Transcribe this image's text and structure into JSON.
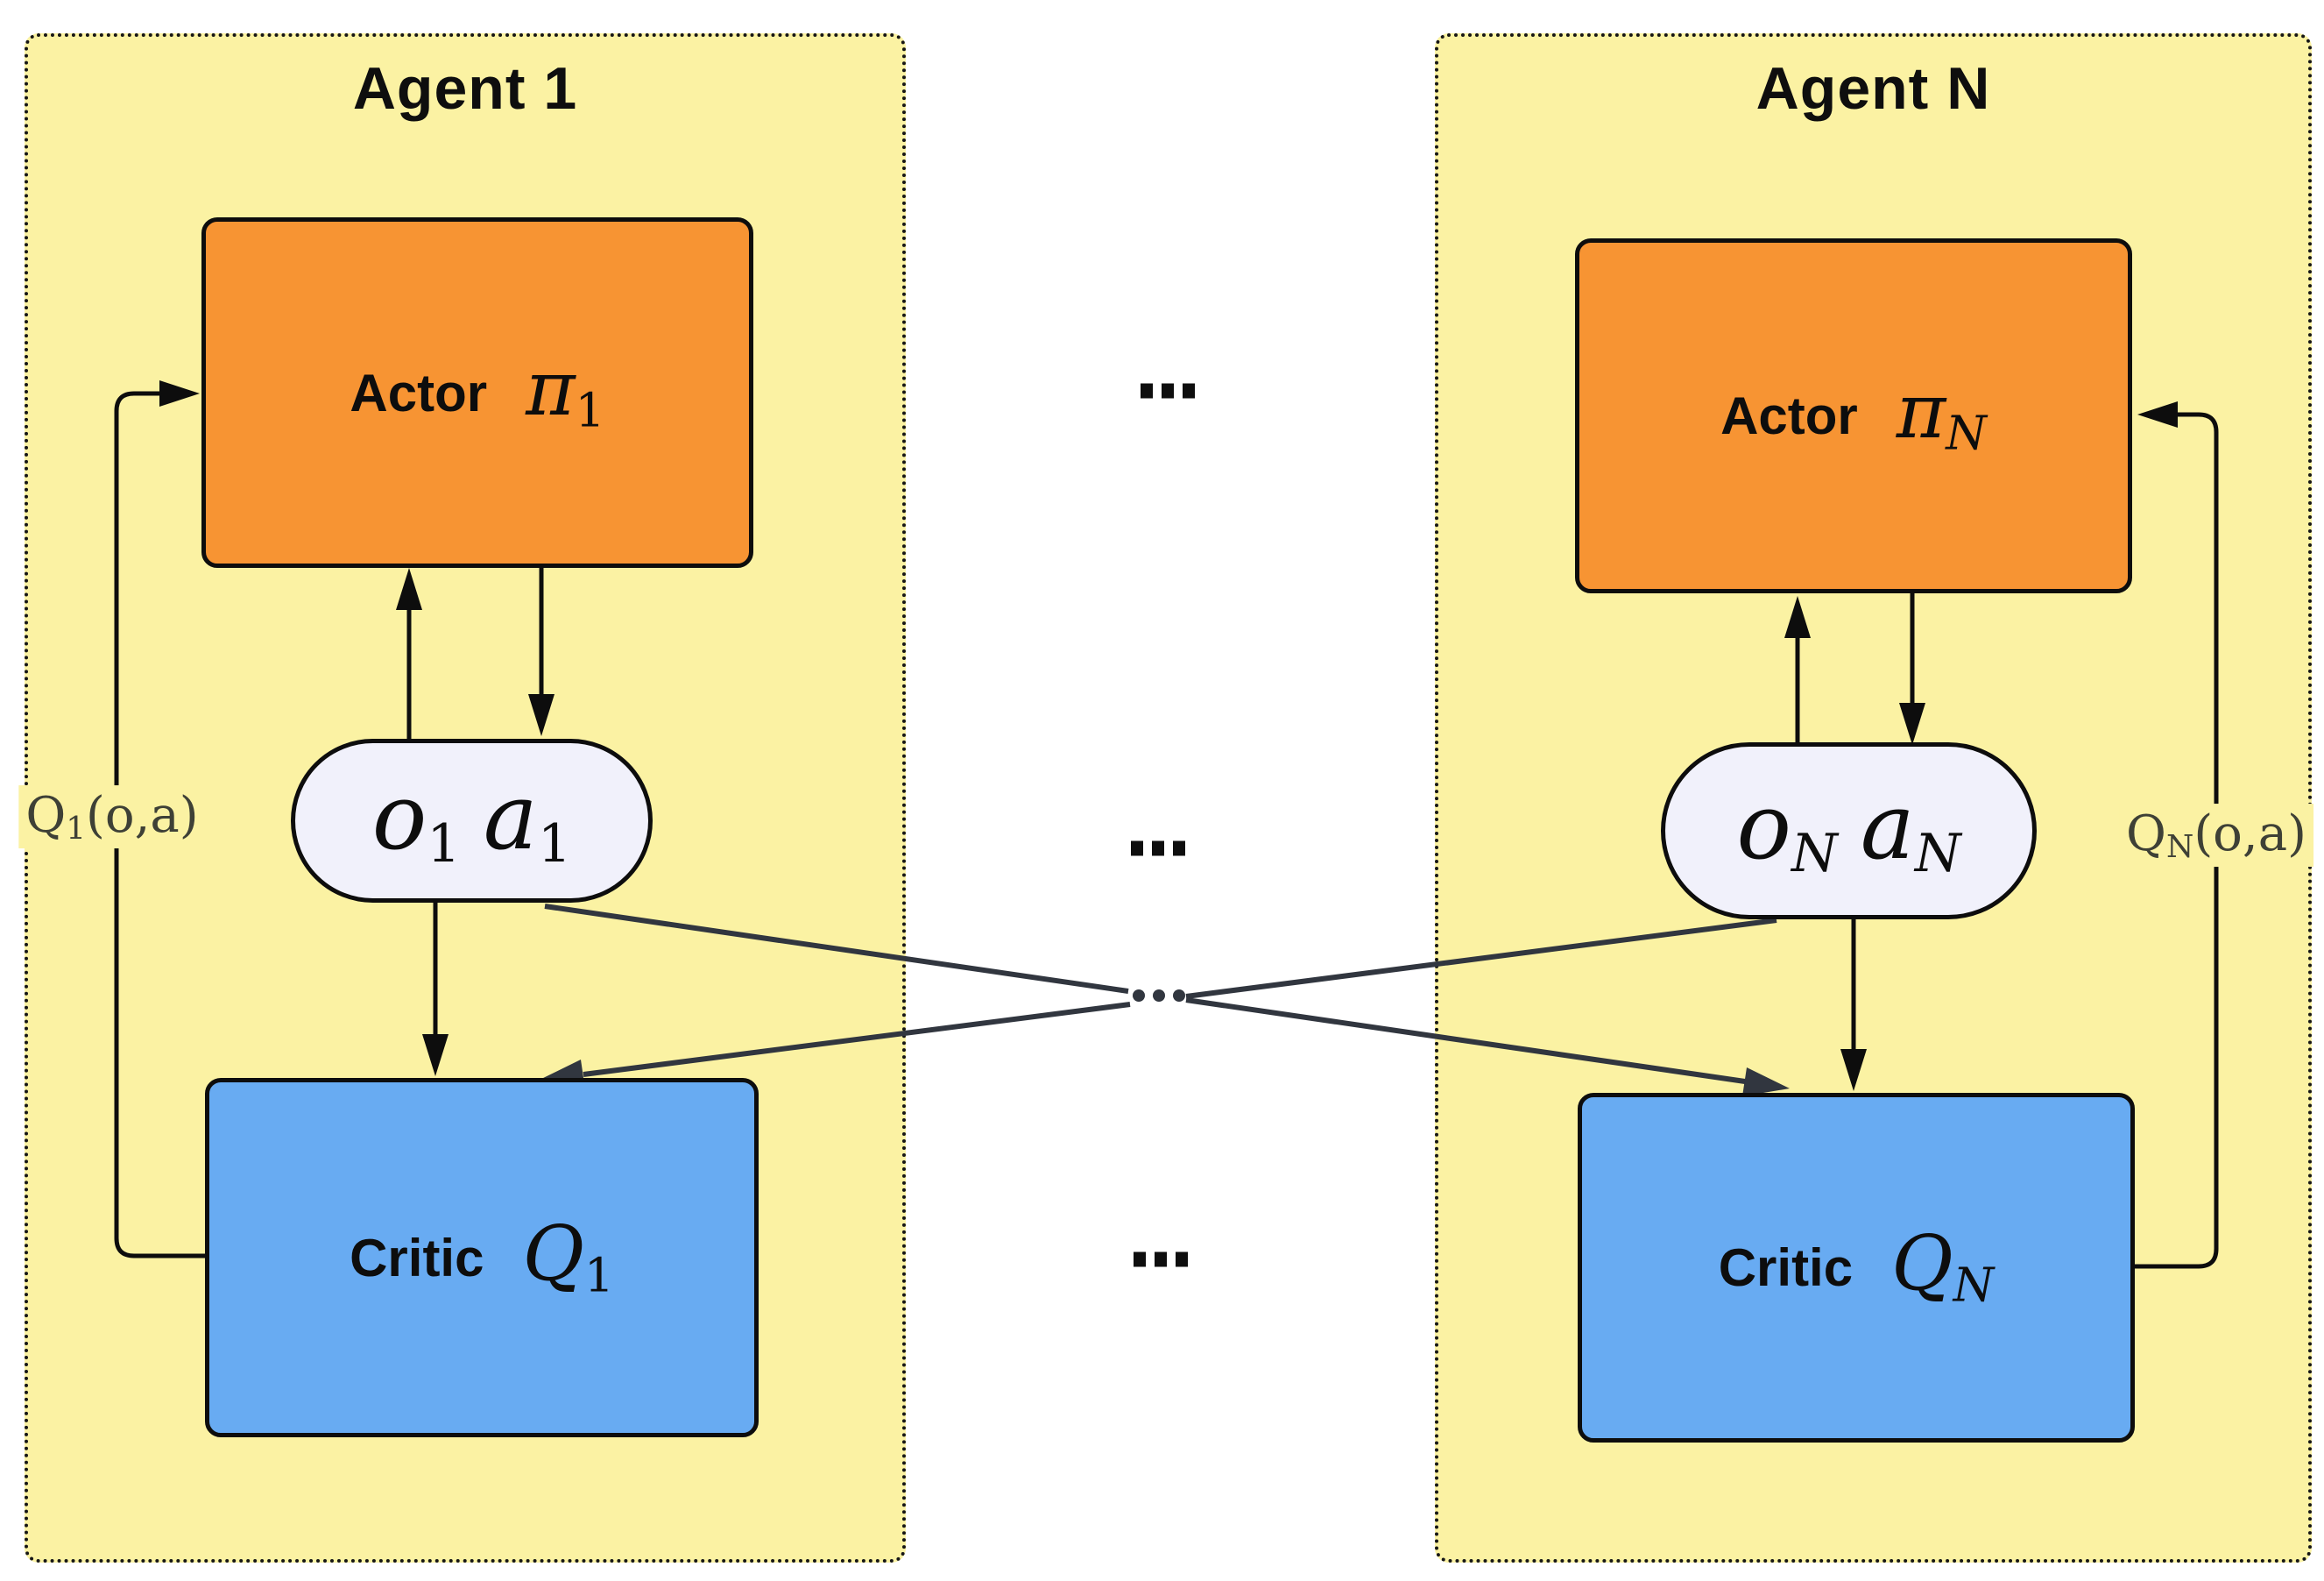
{
  "diagram": {
    "description": "Multi-agent actor-critic architecture with N agents"
  },
  "colors": {
    "agent_fill": "#FBF2A3",
    "agent_border": "#161616",
    "actor_fill": "#F79433",
    "critic_fill": "#68ABF2",
    "observation_fill": "#F1F1FB",
    "arrow_color": "#0D0D0D",
    "cross_arrow_color": "#31363F",
    "q_label_color": "#3E4036"
  },
  "agents": [
    {
      "title": "Agent 1",
      "actor": {
        "label": "Actor",
        "symbol": "π",
        "subscript": "1"
      },
      "observation_action": {
        "o_symbol": "o",
        "o_subscript": "1",
        "a_symbol": "a",
        "a_subscript": "1"
      },
      "critic": {
        "label": "Critic",
        "symbol": "Q",
        "subscript": "1"
      },
      "q_value_label": {
        "symbol": "Q",
        "subscript": "1",
        "arguments": "(o,a)"
      }
    },
    {
      "title": "Agent N",
      "actor": {
        "label": "Actor",
        "symbol": "π",
        "subscript": "N"
      },
      "observation_action": {
        "o_symbol": "o",
        "o_subscript": "N",
        "a_symbol": "a",
        "a_subscript": "N"
      },
      "critic": {
        "label": "Critic",
        "symbol": "Q",
        "subscript": "N"
      },
      "q_value_label": {
        "symbol": "Q",
        "subscript": "N",
        "arguments": "(o,a)"
      }
    }
  ],
  "ellipsis": {
    "text": "..."
  }
}
